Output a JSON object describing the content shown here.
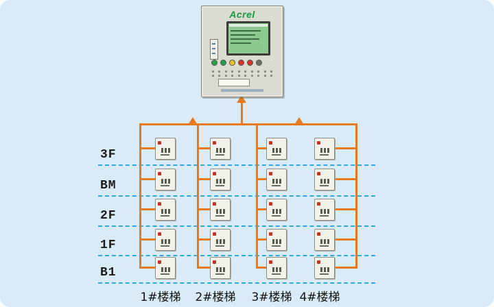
{
  "panel": {
    "brand": "Acrel",
    "button_colors": [
      "#22a04a",
      "#22a04a",
      "#e8c12e",
      "#d8342a",
      "#d8342a",
      "#6f6f67"
    ]
  },
  "colors": {
    "background": "#d8ebf6",
    "wire": "#e8791f",
    "floor_line": "#2ea9dd",
    "panel_body": "#dcdbd2",
    "brand_green": "#179a43",
    "screen_green": "#8cc98f",
    "device_led": "#c63326"
  },
  "floors": [
    {
      "label": "3F"
    },
    {
      "label": "BM"
    },
    {
      "label": "2F"
    },
    {
      "label": "1F"
    },
    {
      "label": "B1"
    }
  ],
  "stairs": [
    {
      "label": "1#楼梯"
    },
    {
      "label": "2#楼梯"
    },
    {
      "label": "3#楼梯"
    },
    {
      "label": "4#楼梯"
    }
  ],
  "grid": {
    "rows": 5,
    "cols": 4,
    "devices_per_column": 5
  }
}
